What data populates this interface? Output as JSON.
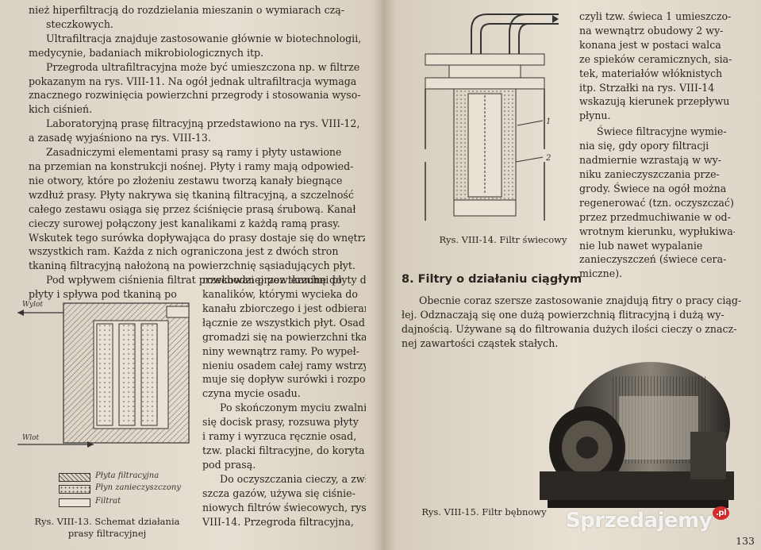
{
  "left_page": {
    "para1": [
      "nież hiperfiltracją do rozdzielania mieszanin o wymiarach czą-",
      "steczkowych."
    ],
    "para2": [
      "Ultrafiltracja znajduje zastosowanie głównie w biotechnologii,",
      "medycynie, badaniach mikrobiologicznych itp."
    ],
    "para3": [
      "Przegroda ultrafiltracyjna może być umieszczona np. w filtrze",
      "pokazanym na rys. VIII-11. Na ogół jednak ultrafiltracja wymaga",
      "znacznego rozwinięcia powierzchni przegrody i stosowania wyso-",
      "kich ciśnień."
    ],
    "para4": [
      "Laboratoryjną prasę filtracyjną przedstawiono na rys. VIII-12,",
      "a zasadę wyjaśniono na rys. VIII-13."
    ],
    "para5": [
      "Zasadniczymi elementami prasy są ramy i płyty ustawione",
      "na przemian na konstrukcji nośnej. Płyty i ramy mają odpowied-",
      "nie otwory, które po złożeniu zestawu tworzą kanały biegnące",
      "wzdłuż prasy. Płyty nakrywa się tkaniną filtracyjną, a szczelność",
      "całego zestawu osiąga się przez ściśnięcie prasą śrubową. Kanał",
      "cieczy surowej połączony jest kanalikami z każdą ramą prasy.",
      "Wskutek tego surówka dopływająca do prasy dostaje się do wnętrza",
      "wszystkich ram. Każda z nich ograniczona jest z dwóch stron",
      "tkaniną filtracyjną nałożoną na powierzchnię sąsiadujących płyt."
    ],
    "para6_full": [
      "Pod wpływem ciśnienia filtrat przechodzi przez tkaninę do",
      "płyty i spływa pod tkaniną po"
    ],
    "para6_right": [
      "rowkowanej powierzchni płyty do",
      "kanalików, którymi wycieka do",
      "kanału zbiorczego i jest odbierany",
      "łącznie ze wszystkich płyt. Osad",
      "gromadzi się na powierzchni tka-",
      "niny wewnątrz ramy. Po wypeł-",
      "nieniu osadem całej ramy wstrzy-",
      "muje się dopływ surówki i rozpo-",
      "czyna mycie osadu."
    ],
    "para7": [
      "Po skończonym myciu zwalnia",
      "się docisk prasy, rozsuwa płyty",
      "i ramy i wyrzuca ręcznie osad,",
      "tzw. placki filtracyjne, do koryta",
      "pod prasą."
    ],
    "para8": [
      "Do oczyszczania cieczy, a zwła-",
      "szcza gazów, używa się ciśnie-",
      "niowych filtrów świecowych, rys.",
      "VIII-14. Przegroda filtracyjna,"
    ],
    "figure13": {
      "label_outlet": "Wylot",
      "label_inlet": "Wlot",
      "legend": [
        "Płyta filtracyjna",
        "Płyn zanieczyszczony",
        "Filtrat"
      ],
      "caption_line1": "Rys. VIII-13. Schemat działania",
      "caption_line2": "prasy filtracyjnej"
    }
  },
  "right_page": {
    "figure14": {
      "label_1": "1",
      "label_2": "2",
      "caption": "Rys. VIII-14. Filtr świecowy"
    },
    "para1": [
      "czyli tzw. świeca 1 umieszczo-",
      "na wewnątrz obudowy 2 wy-",
      "konana jest w postaci walca",
      "ze spieków ceramicznych, sia-",
      "tek, materiałów włóknistych",
      "itp. Strzałki na rys. VIII-14",
      "wskazują kierunek przepływu",
      "płynu."
    ],
    "para2": [
      "Świece filtracyjne wymie-",
      "nia się, gdy opory filtracji",
      "nadmiernie wzrastają w wy-",
      "niku zanieczyszczania prze-",
      "grody. Świece na ogół można",
      "regenerować (tzn. oczyszczać)",
      "przez przedmuchiwanie w od-",
      "wrotnym kierunku, wypłukiwa-",
      "nie lub nawet wypalanie",
      "zanieczyszczeń (świece cera-",
      "miczne)."
    ],
    "section_heading": "8. Filtry o działaniu ciągłym",
    "para3": [
      "Obecnie coraz szersze zastosowanie znajdują fitry o pracy ciąg-",
      "łej. Odznaczają się one dużą powierzchnią flitracyjną i dużą wy-",
      "dajnością. Używane są do filtrowania dużych ilości cieczy o znacz-",
      "nej zawartości cząstek stałych."
    ],
    "figure15": {
      "caption": "Rys. VIII-15. Filtr bębnowy"
    },
    "page_number": "133"
  },
  "watermark": {
    "text": "Sprzedajemy",
    "badge": ".pl"
  }
}
